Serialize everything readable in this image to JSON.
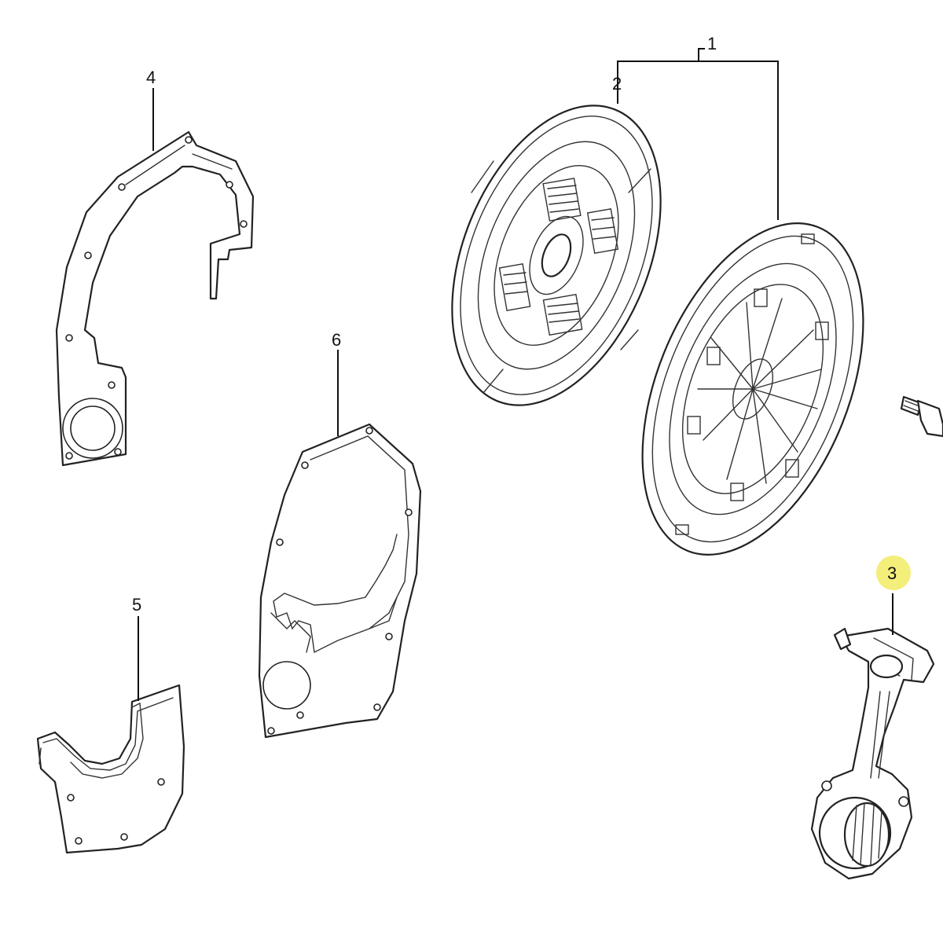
{
  "callouts": {
    "c1": "1",
    "c2": "2",
    "c3": "3",
    "c4": "4",
    "c5": "5",
    "c6": "6"
  },
  "highlight_color": "#f4ee7a",
  "highlighted_callout": "3"
}
